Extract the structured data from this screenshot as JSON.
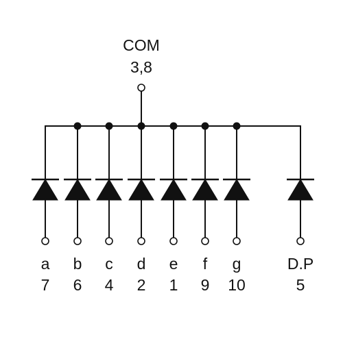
{
  "common": {
    "name": "COM",
    "pins": "3,8"
  },
  "segments": [
    {
      "name": "a",
      "pin": "7"
    },
    {
      "name": "b",
      "pin": "6"
    },
    {
      "name": "c",
      "pin": "4"
    },
    {
      "name": "d",
      "pin": "2"
    },
    {
      "name": "e",
      "pin": "1"
    },
    {
      "name": "f",
      "pin": "9"
    },
    {
      "name": "g",
      "pin": "10"
    },
    {
      "name": "D.P",
      "pin": "5"
    }
  ],
  "colors": {
    "ink": "#111111",
    "background": "#ffffff"
  }
}
